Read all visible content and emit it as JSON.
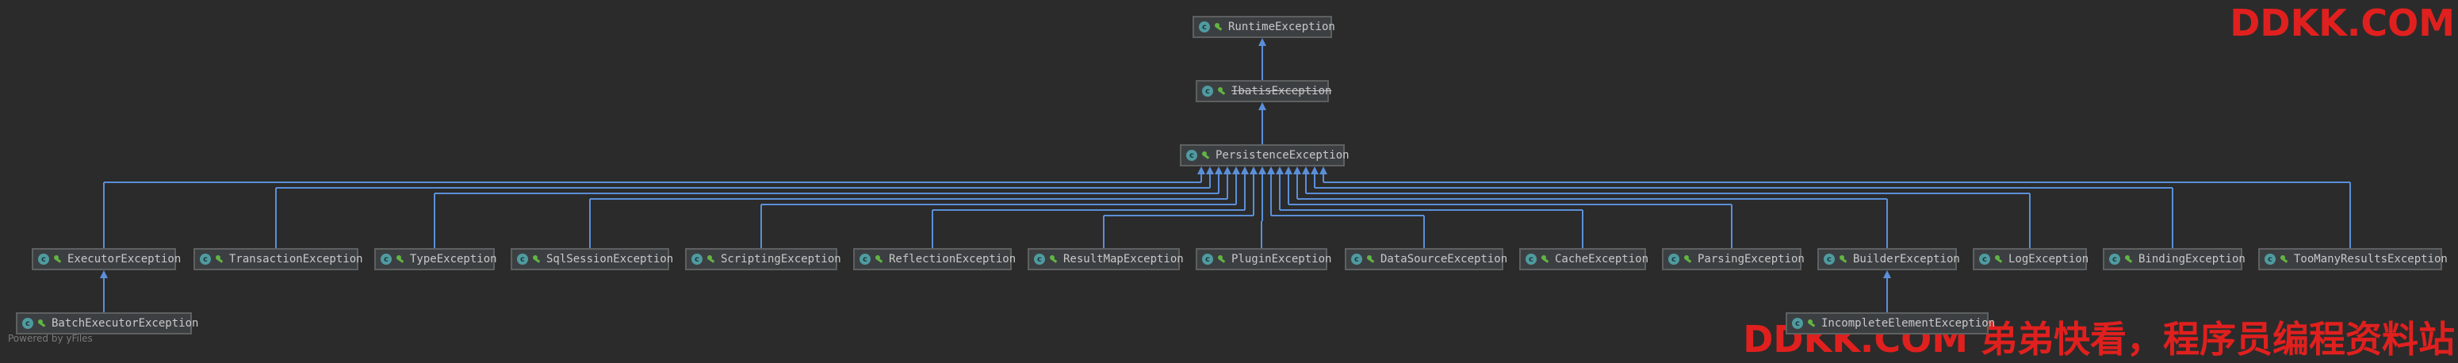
{
  "diagram": {
    "nodes": [
      {
        "id": "runtime",
        "label": "RuntimeException",
        "deprecated": false
      },
      {
        "id": "ibatis",
        "label": "IbatisException",
        "deprecated": true
      },
      {
        "id": "persistence",
        "label": "PersistenceException",
        "deprecated": false
      },
      {
        "id": "executor",
        "label": "ExecutorException",
        "deprecated": false
      },
      {
        "id": "transaction",
        "label": "TransactionException",
        "deprecated": false
      },
      {
        "id": "type",
        "label": "TypeException",
        "deprecated": false
      },
      {
        "id": "sqlsession",
        "label": "SqlSessionException",
        "deprecated": false
      },
      {
        "id": "scripting",
        "label": "ScriptingException",
        "deprecated": false
      },
      {
        "id": "reflection",
        "label": "ReflectionException",
        "deprecated": false
      },
      {
        "id": "resultmap",
        "label": "ResultMapException",
        "deprecated": false
      },
      {
        "id": "plugin",
        "label": "PluginException",
        "deprecated": false
      },
      {
        "id": "datasource",
        "label": "DataSourceException",
        "deprecated": false
      },
      {
        "id": "cache",
        "label": "CacheException",
        "deprecated": false
      },
      {
        "id": "parsing",
        "label": "ParsingException",
        "deprecated": false
      },
      {
        "id": "builder",
        "label": "BuilderException",
        "deprecated": false
      },
      {
        "id": "log",
        "label": "LogException",
        "deprecated": false
      },
      {
        "id": "binding",
        "label": "BindingException",
        "deprecated": false
      },
      {
        "id": "toomany",
        "label": "TooManyResultsException",
        "deprecated": false
      },
      {
        "id": "batch",
        "label": "BatchExecutorException",
        "deprecated": false
      },
      {
        "id": "incomplete",
        "label": "IncompleteElementException",
        "deprecated": false
      }
    ],
    "edges": [
      {
        "from": "ibatis",
        "to": "runtime"
      },
      {
        "from": "persistence",
        "to": "ibatis"
      },
      {
        "from": "executor",
        "to": "persistence"
      },
      {
        "from": "transaction",
        "to": "persistence"
      },
      {
        "from": "type",
        "to": "persistence"
      },
      {
        "from": "sqlsession",
        "to": "persistence"
      },
      {
        "from": "scripting",
        "to": "persistence"
      },
      {
        "from": "reflection",
        "to": "persistence"
      },
      {
        "from": "resultmap",
        "to": "persistence"
      },
      {
        "from": "plugin",
        "to": "persistence"
      },
      {
        "from": "datasource",
        "to": "persistence"
      },
      {
        "from": "cache",
        "to": "persistence"
      },
      {
        "from": "parsing",
        "to": "persistence"
      },
      {
        "from": "builder",
        "to": "persistence"
      },
      {
        "from": "log",
        "to": "persistence"
      },
      {
        "from": "binding",
        "to": "persistence"
      },
      {
        "from": "toomany",
        "to": "persistence"
      },
      {
        "from": "batch",
        "to": "executor"
      },
      {
        "from": "incomplete",
        "to": "builder"
      }
    ],
    "class_icon": "class-c-icon",
    "visibility_icon": "public-visibility-icon",
    "edge_color": "#5b8fd9"
  },
  "footer": {
    "powered_by": "Powered by yFiles"
  },
  "watermark": {
    "top": "DDKK.COM",
    "bottom": "DDKK.COM 弟弟快看，程序员编程资料站"
  }
}
